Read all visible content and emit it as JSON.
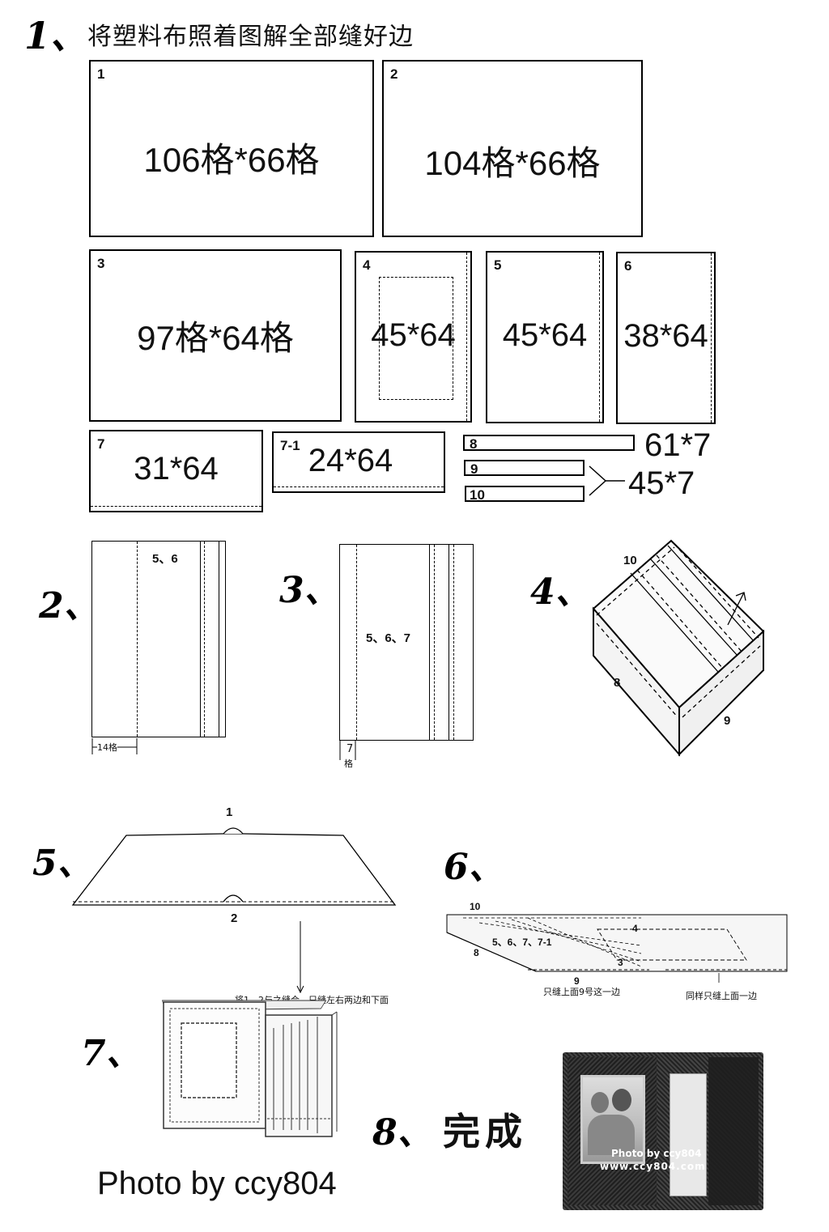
{
  "step1": {
    "number": "1、",
    "title": "将塑料布照着图解全部缝好边"
  },
  "pieces": {
    "p1": {
      "num": "1",
      "dim": "106格*66格"
    },
    "p2": {
      "num": "2",
      "dim": "104格*66格"
    },
    "p3": {
      "num": "3",
      "dim": "97格*64格"
    },
    "p4": {
      "num": "4",
      "dim": "45*64"
    },
    "p5": {
      "num": "5",
      "dim": "45*64"
    },
    "p6": {
      "num": "6",
      "dim": "38*64"
    },
    "p7": {
      "num": "7",
      "dim": "31*64"
    },
    "p71": {
      "num": "7-1",
      "dim": "24*64"
    },
    "s8": {
      "num": "8",
      "dim": "61*7"
    },
    "s9": {
      "num": "9"
    },
    "s10": {
      "num": "10"
    },
    "s910_dim": "45*7"
  },
  "step2": {
    "number": "2、",
    "label": "5、6",
    "measure": "14格"
  },
  "step3": {
    "number": "3、",
    "label": "5、6、7",
    "measure_top": "7",
    "measure_bottom": "格"
  },
  "step4": {
    "number": "4、",
    "l10": "10",
    "l8": "8",
    "l9": "9"
  },
  "step5": {
    "number": "5、",
    "l1": "1",
    "l2": "2",
    "note": "将1、2与之缝合，只缝左右两边和下面"
  },
  "step6": {
    "number": "6、",
    "l10": "10",
    "l4": "4",
    "l5671": "5、6、7、7-1",
    "l8": "8",
    "l3": "3",
    "l9": "9",
    "note1": "只缝上面9号这一边",
    "note2": "同样只缝上面一边"
  },
  "step7": {
    "number": "7、"
  },
  "step8": {
    "number": "8、",
    "text": "完成",
    "photo_watermark1": "Photo by ccy804",
    "photo_watermark2": "www.ccy804.com"
  },
  "credit": "Photo by ccy804"
}
